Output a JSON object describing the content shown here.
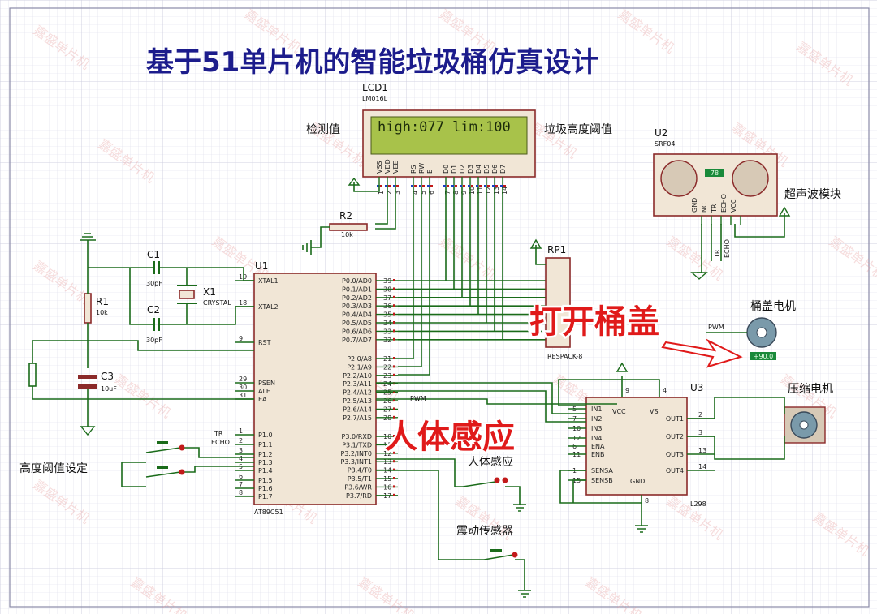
{
  "title": "基于51单片机的智能垃圾桶仿真设计",
  "watermark": "嘉盛单片机",
  "lcd": {
    "ref": "LCD1",
    "model": "LM016L",
    "line1": "high:077 lim:100",
    "pins": [
      "VSS",
      "VDD",
      "VEE",
      "RS",
      "RW",
      "E",
      "D0",
      "D1",
      "D2",
      "D3",
      "D4",
      "D5",
      "D6",
      "D7"
    ],
    "left_label": "检测值",
    "right_label": "垃圾高度阈值"
  },
  "mcu": {
    "ref": "U1",
    "model": "AT89C51",
    "left_pins": [
      {
        "n": "19",
        "name": "XTAL1"
      },
      {
        "n": "18",
        "name": "XTAL2"
      },
      {
        "n": "9",
        "name": "RST"
      },
      {
        "n": "29",
        "name": "PSEN"
      },
      {
        "n": "30",
        "name": "ALE"
      },
      {
        "n": "31",
        "name": "EA"
      },
      {
        "n": "1",
        "name": "P1.0"
      },
      {
        "n": "2",
        "name": "P1.1"
      },
      {
        "n": "3",
        "name": "P1.2"
      },
      {
        "n": "4",
        "name": "P1.3"
      },
      {
        "n": "5",
        "name": "P1.4"
      },
      {
        "n": "6",
        "name": "P1.5"
      },
      {
        "n": "7",
        "name": "P1.6"
      },
      {
        "n": "8",
        "name": "P1.7"
      }
    ],
    "p0_pins": [
      {
        "n": "39",
        "name": "P0.0/AD0"
      },
      {
        "n": "38",
        "name": "P0.1/AD1"
      },
      {
        "n": "37",
        "name": "P0.2/AD2"
      },
      {
        "n": "36",
        "name": "P0.3/AD3"
      },
      {
        "n": "35",
        "name": "P0.4/AD4"
      },
      {
        "n": "34",
        "name": "P0.5/AD5"
      },
      {
        "n": "33",
        "name": "P0.6/AD6"
      },
      {
        "n": "32",
        "name": "P0.7/AD7"
      }
    ],
    "p2_pins": [
      {
        "n": "21",
        "name": "P2.0/A8"
      },
      {
        "n": "22",
        "name": "P2.1/A9"
      },
      {
        "n": "23",
        "name": "P2.2/A10"
      },
      {
        "n": "24",
        "name": "P2.3/A11"
      },
      {
        "n": "25",
        "name": "P2.4/A12"
      },
      {
        "n": "26",
        "name": "P2.5/A13"
      },
      {
        "n": "27",
        "name": "P2.6/A14"
      },
      {
        "n": "28",
        "name": "P2.7/A15"
      }
    ],
    "p3_pins": [
      {
        "n": "10",
        "name": "P3.0/RXD"
      },
      {
        "n": "11",
        "name": "P3.1/TXD"
      },
      {
        "n": "12",
        "name": "P3.2/INT0"
      },
      {
        "n": "13",
        "name": "P3.3/INT1"
      },
      {
        "n": "14",
        "name": "P3.4/T0"
      },
      {
        "n": "15",
        "name": "P3.5/T1"
      },
      {
        "n": "16",
        "name": "P3.6/WR"
      },
      {
        "n": "17",
        "name": "P3.7/RD"
      }
    ]
  },
  "r2": {
    "ref": "R2",
    "value": "10k"
  },
  "rp1": {
    "ref": "RP1",
    "model": "RESPACK-8"
  },
  "r1": {
    "ref": "R1",
    "value": "10k"
  },
  "c1": {
    "ref": "C1",
    "value": "30pF"
  },
  "c2": {
    "ref": "C2",
    "value": "30pF"
  },
  "c3": {
    "ref": "C3",
    "value": "10uF"
  },
  "x1": {
    "ref": "X1",
    "value": "CRYSTAL"
  },
  "u2": {
    "ref": "U2",
    "model": "SRF04",
    "display": "78",
    "pins": [
      "GND",
      "NC",
      "TR",
      "ECHO",
      "VCC"
    ],
    "label": "超声波模块"
  },
  "u3": {
    "ref": "U3",
    "model": "L298",
    "left_pins": [
      {
        "n": "5",
        "name": "IN1"
      },
      {
        "n": "7",
        "name": "IN2"
      },
      {
        "n": "10",
        "name": "IN3"
      },
      {
        "n": "12",
        "name": "IN4"
      },
      {
        "n": "6",
        "name": "ENA"
      },
      {
        "n": "11",
        "name": "ENB"
      },
      {
        "n": "1",
        "name": "SENSA"
      },
      {
        "n": "15",
        "name": "SENSB"
      }
    ],
    "right_pins": [
      {
        "n": "2",
        "name": "OUT1"
      },
      {
        "n": "3",
        "name": "OUT2"
      },
      {
        "n": "13",
        "name": "OUT3"
      },
      {
        "n": "14",
        "name": "OUT4"
      }
    ],
    "top": [
      {
        "n": "9",
        "name": "VCC"
      },
      {
        "n": "4",
        "name": "VS"
      }
    ],
    "bottom": {
      "n": "8",
      "name": "GND"
    }
  },
  "net_tr": "TR",
  "net_echo": "ECHO",
  "net_pwm": "PWM",
  "motor1": {
    "label": "桶盖电机",
    "reading": "+90.0"
  },
  "motor2": {
    "label": "压缩电机"
  },
  "sw_threshold": "高度阈值设定",
  "sw_body": "人体感应",
  "sw_vibration": "震动传感器",
  "callout_open": "打开桶盖",
  "callout_body": "人体感应",
  "colors": {
    "wire": "#1a6b1a",
    "component_fill": "#f1e6d6",
    "component_stroke": "#8b2a2a",
    "title": "#1c1c8c",
    "callout": "#e01a1a",
    "lcd": "#a8c24a"
  }
}
